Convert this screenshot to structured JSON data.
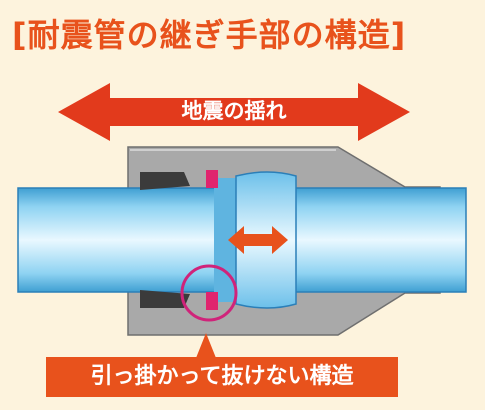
{
  "title": "[耐震管の継ぎ手部の構造]",
  "quake_label": "地震の揺れ",
  "caption": "引っ掛かって抜けない構造",
  "colors": {
    "accent": "#e8521c",
    "pipe": "#7cc8ec",
    "housing": "#a9a9a9",
    "seal": "#e0246e",
    "background": "#fdf3dd"
  }
}
